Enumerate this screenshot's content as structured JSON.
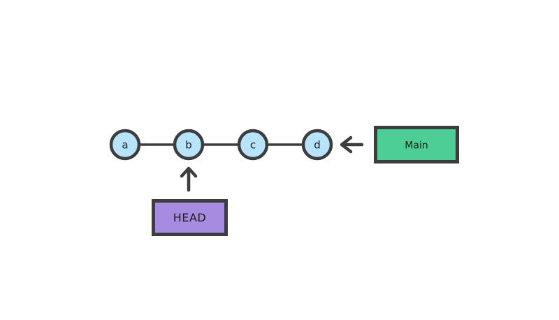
{
  "colors": {
    "stroke": "#3d3d3d",
    "node_fill": "#b7e3fb",
    "main_fill": "#4dce97",
    "head_fill": "#a78be0",
    "text": "#1b1b1b",
    "background": "#ffffff"
  },
  "nodes": [
    {
      "label": "a"
    },
    {
      "label": "b"
    },
    {
      "label": "c"
    },
    {
      "label": "d"
    }
  ],
  "branch_label": {
    "text": "Main"
  },
  "head_label": {
    "text": "HEAD"
  },
  "arrows": [
    {
      "name": "arrow-left-main-to-d",
      "direction": "left"
    },
    {
      "name": "arrow-up-head-to-b",
      "direction": "up"
    }
  ]
}
